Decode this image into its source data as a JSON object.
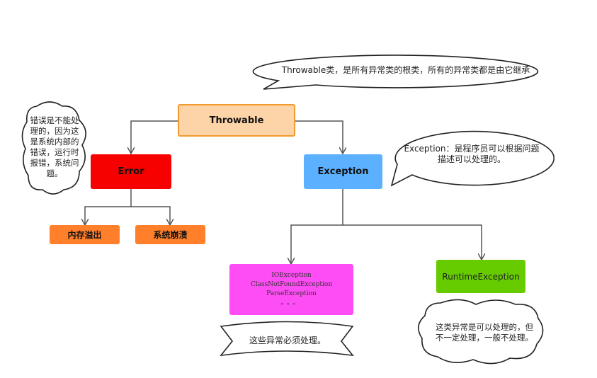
{
  "nodes": {
    "throwable": "Throwable",
    "error": "Error",
    "exception": "Exception",
    "oom": "内存溢出",
    "crash": "系统崩溃",
    "runtime": "RuntimeException",
    "checked": [
      "IOException",
      "ClassNotFoundException",
      "ParseException",
      "。。。"
    ]
  },
  "callouts": {
    "throwable": "Throwable类，是所有异常类的根类，所有的异常类都是由它继承",
    "exception": [
      "Exception：是程序员可以根据问题",
      "描述可以处理的。"
    ],
    "error": [
      "错误是不能处",
      "理的，因为这",
      "是系统内部的",
      "错误，运行时",
      "报错，系统问",
      "题。"
    ],
    "checked": "这些异常必须处理。",
    "runtime": [
      "这类异常是可以处理的，但",
      "不一定处理，一般不处理。"
    ]
  },
  "colors": {
    "throwable_fill": "#fdd3a8",
    "throwable_border": "#f29a2e",
    "error_fill": "#f60000",
    "exception_fill": "#5bb0ff",
    "orange_fill": "#ff7f2a",
    "checked_fill": "#ff4df5",
    "runtime_fill": "#66cc00",
    "line": "#555555"
  }
}
